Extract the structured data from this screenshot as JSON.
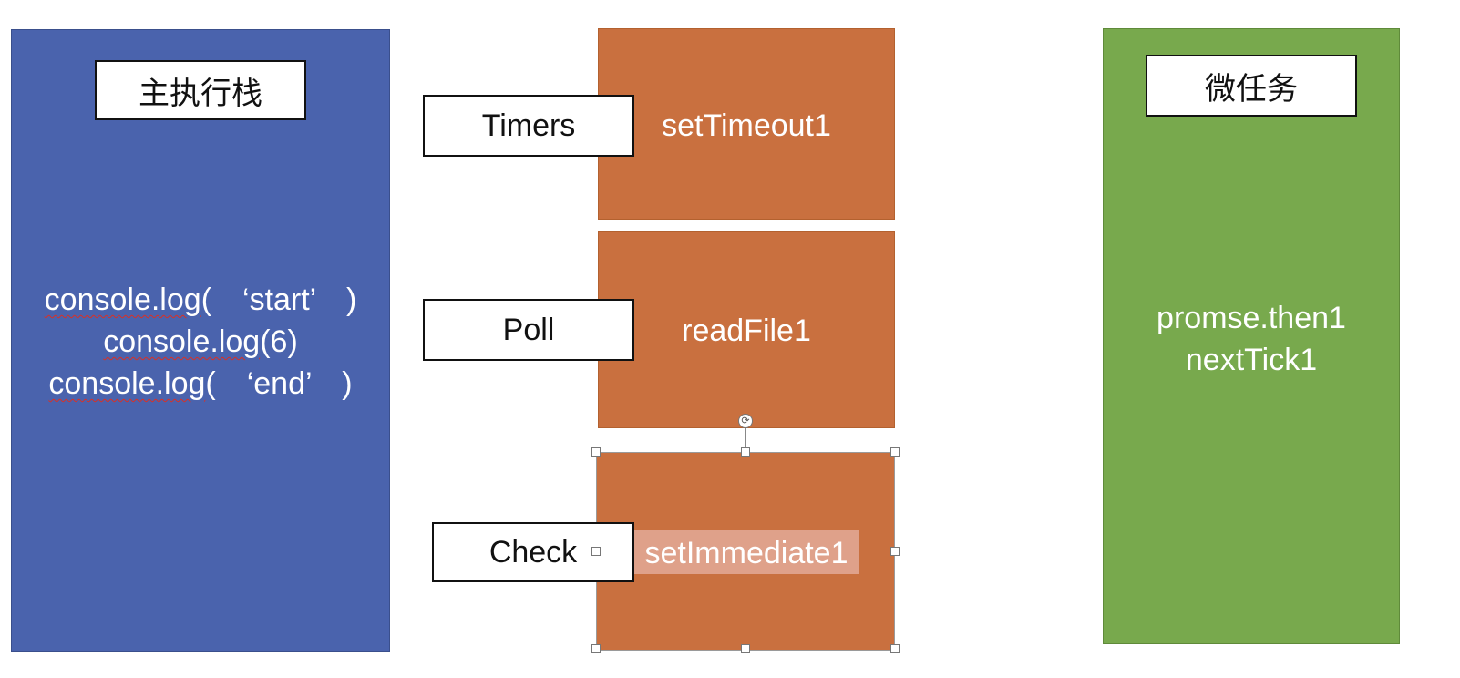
{
  "colors": {
    "main_stack": "#4a63ad",
    "phase": "#c9703f",
    "microtask": "#78a94d",
    "label_border": "#111111",
    "spellcheck": "#d93025"
  },
  "main_stack": {
    "title": "主执行栈",
    "lines": [
      {
        "code": "console.log",
        "args": "(　‘start’　)"
      },
      {
        "code": "console.log",
        "args": "(6)"
      },
      {
        "code": "console.log",
        "args": "(　‘end’　)"
      }
    ]
  },
  "phases": [
    {
      "label": "Timers",
      "content": "setTimeout1"
    },
    {
      "label": "Poll",
      "content": "readFile1"
    },
    {
      "label": "Check",
      "content": "setImmediate1"
    }
  ],
  "microtasks": {
    "title": "微任务",
    "items": [
      "promse.then1",
      "nextTick1"
    ]
  }
}
